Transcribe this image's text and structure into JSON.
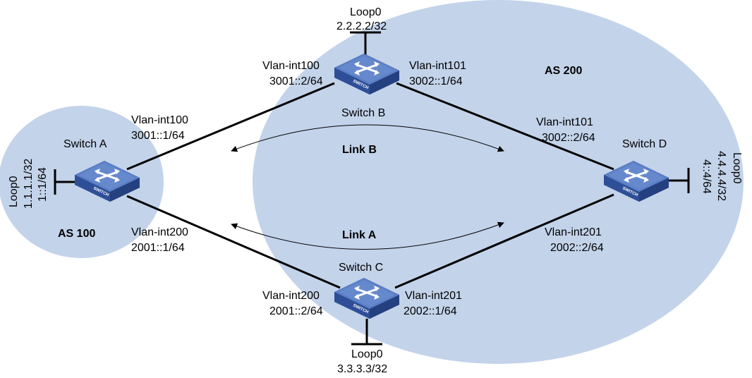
{
  "colors": {
    "as_fill": "#c3d3ea",
    "switch_top": "#5b7fc6",
    "switch_side": "#2e4f98",
    "switch_dark": "#1f3a78",
    "line": "#000000"
  },
  "as_areas": {
    "as100": "AS 100",
    "as200": "AS 200"
  },
  "switches": {
    "a": {
      "name": "Switch A",
      "badge": "SWITCH"
    },
    "b": {
      "name": "Switch B",
      "badge": "SWITCH"
    },
    "c": {
      "name": "Switch C",
      "badge": "SWITCH"
    },
    "d": {
      "name": "Switch D",
      "badge": "SWITCH"
    }
  },
  "links": {
    "link_a": "Link A",
    "link_b": "Link B"
  },
  "interfaces": {
    "a_up_name": "Vlan-int100",
    "a_up_addr": "3001::1/64",
    "a_down_name": "Vlan-int200",
    "a_down_addr": "2001::1/64",
    "b_left_name": "Vlan-int100",
    "b_left_addr": "3001::2/64",
    "b_right_name": "Vlan-int101",
    "b_right_addr": "3002::1/64",
    "d_up_name": "Vlan-int101",
    "d_up_addr": "3002::2/64",
    "d_down_name": "Vlan-int201",
    "d_down_addr": "2002::2/64",
    "c_left_name": "Vlan-int200",
    "c_left_addr": "2001::2/64",
    "c_right_name": "Vlan-int201",
    "c_right_addr": "2002::1/64"
  },
  "loopbacks": {
    "a": {
      "name": "Loop0",
      "ipv4": "1.1.1.1/32",
      "ipv6": "1::1/64"
    },
    "b": {
      "name": "Loop0",
      "ipv4": "2.2.2.2/32"
    },
    "c": {
      "name": "Loop0",
      "ipv4": "3.3.3.3/32"
    },
    "d": {
      "name": "Loop0",
      "ipv4": "4.4.4.4/32",
      "ipv6": "4::4/64"
    }
  }
}
